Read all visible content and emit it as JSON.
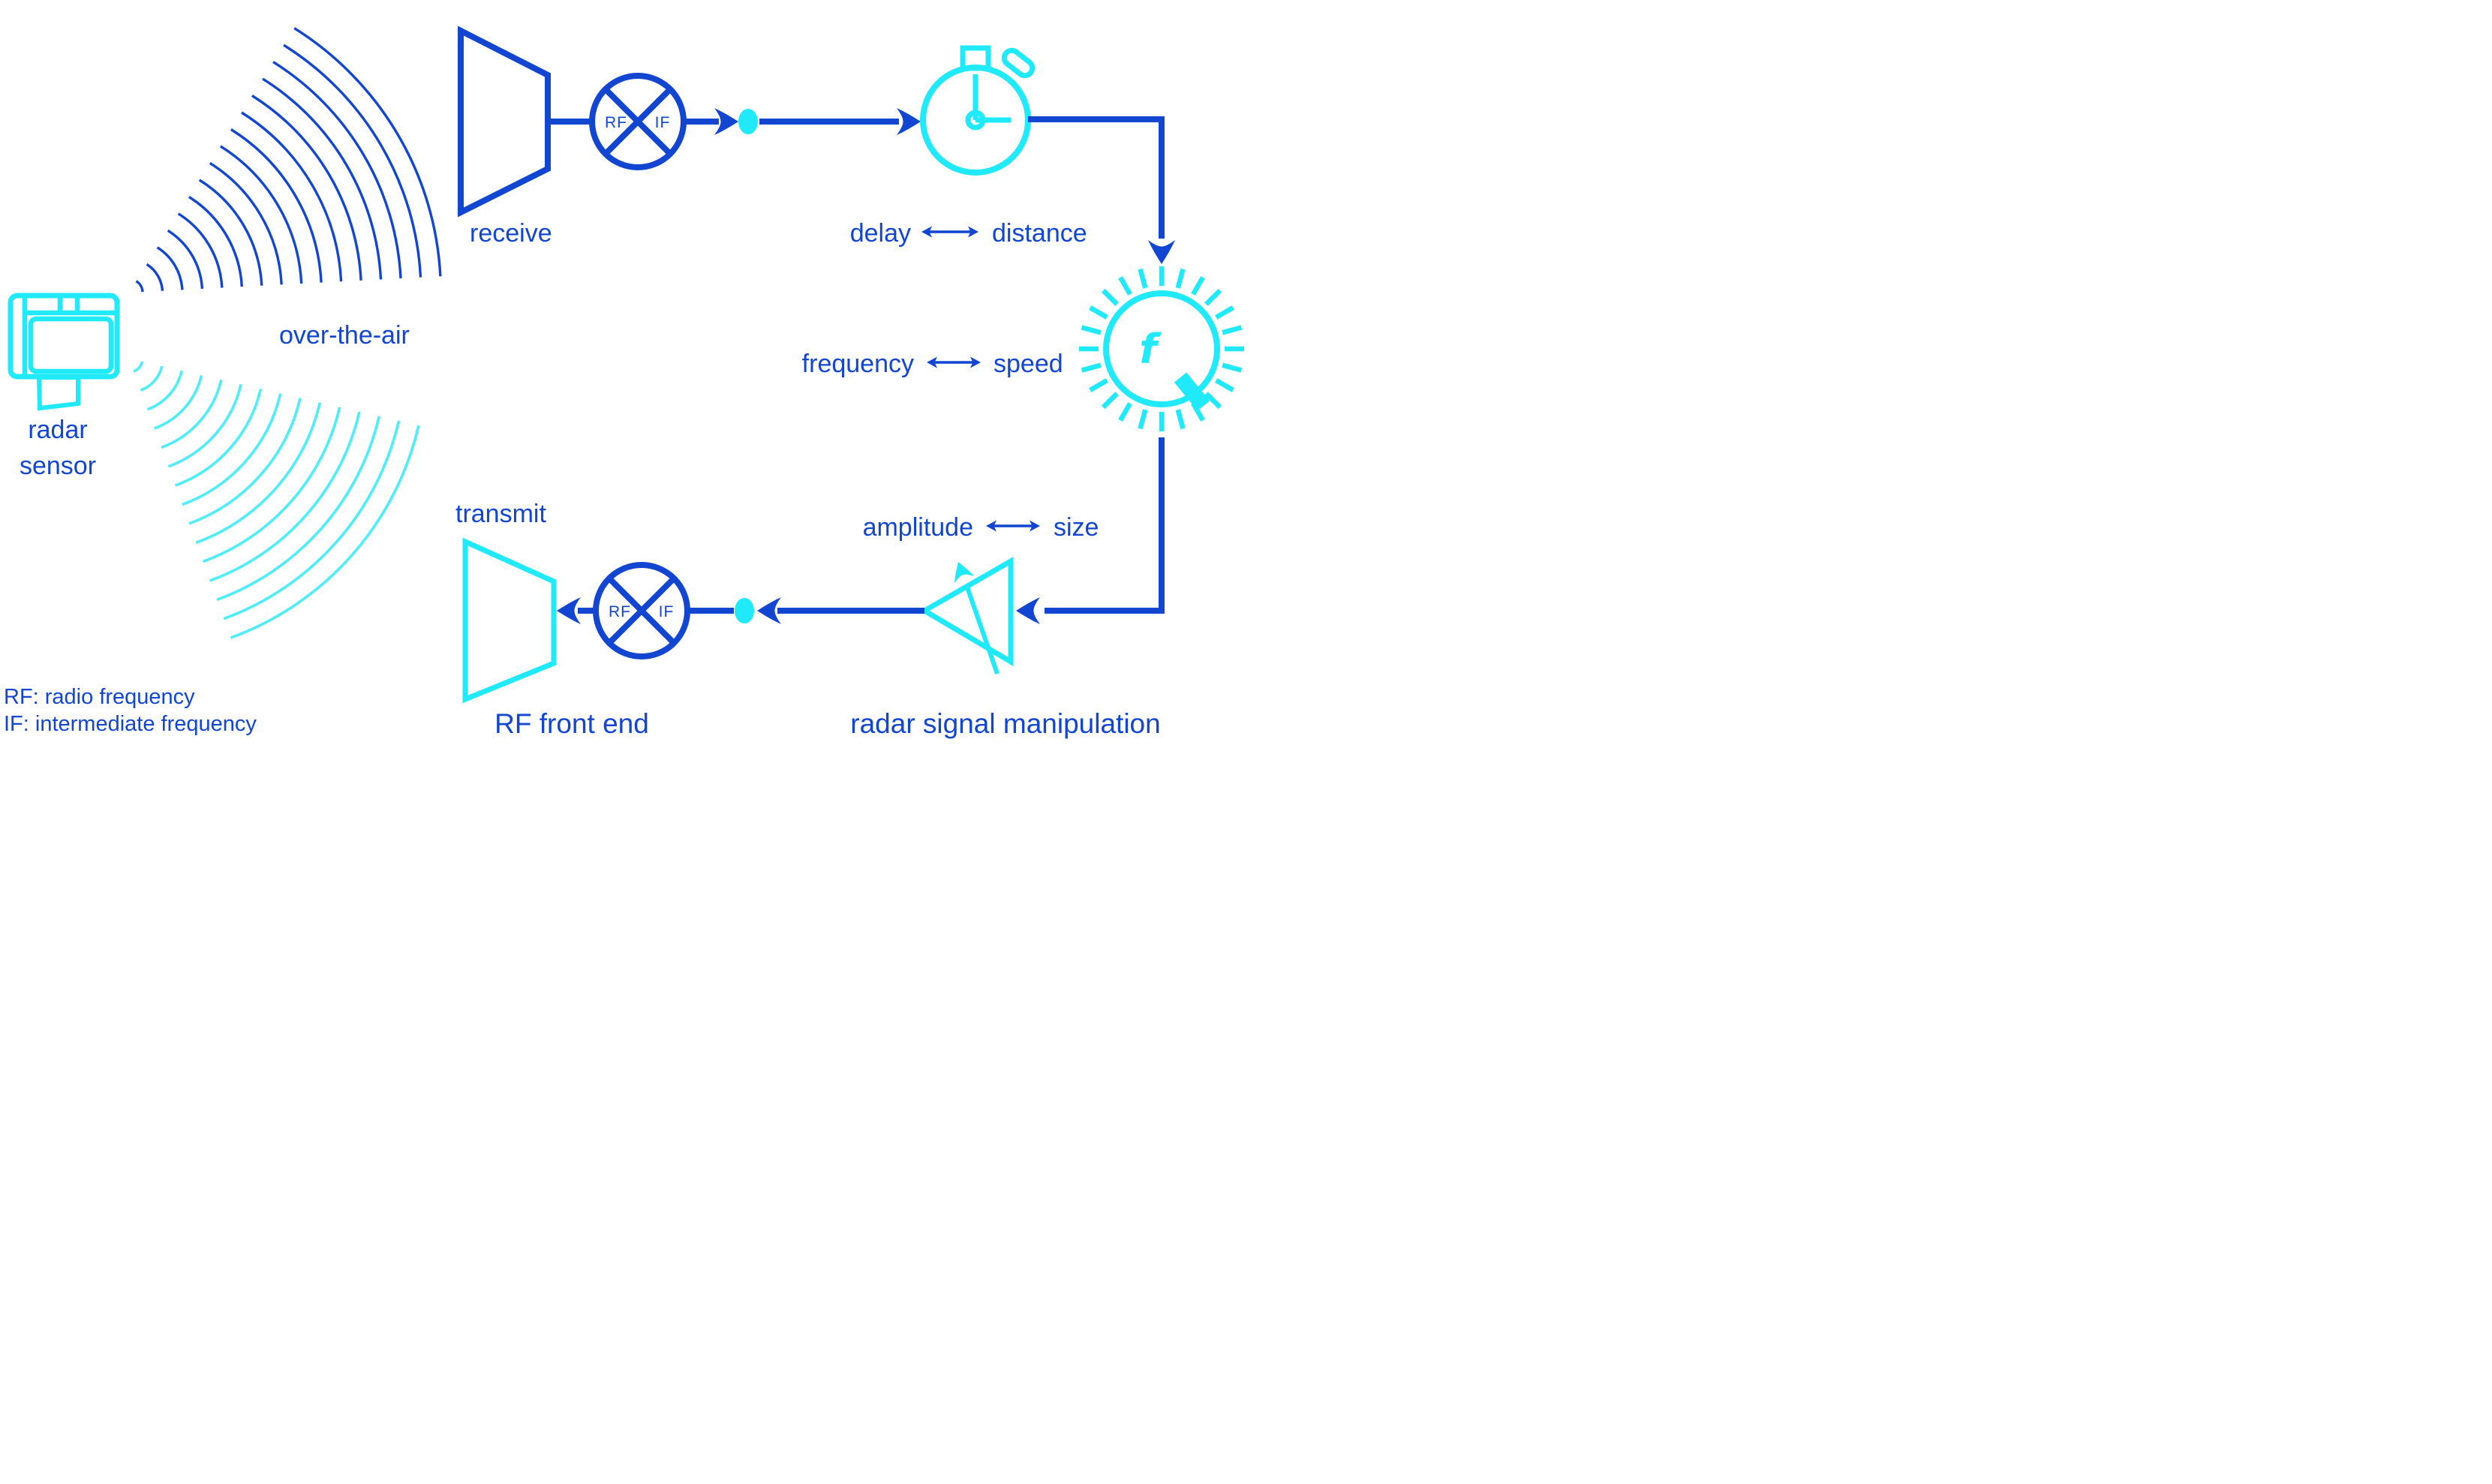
{
  "colors": {
    "blue": "#1245D0",
    "cyan": "#20EAF9",
    "cyan_soft": "#4FEDF7",
    "background": "#FFFFFF"
  },
  "labels": {
    "radar_sensor_line1": "radar",
    "radar_sensor_line2": "sensor",
    "over_the_air": "over-the-air",
    "receive": "receive",
    "transmit": "transmit",
    "delay": "delay",
    "distance": "distance",
    "frequency": "frequency",
    "speed": "speed",
    "amplitude": "amplitude",
    "size": "size",
    "dial_symbol": "f",
    "rf_front_end": "RF front end",
    "radar_signal_manipulation": "radar signal manipulation",
    "legend_line1": "RF: radio frequency",
    "legend_line2": "IF: intermediate frequency"
  },
  "mixer_receive": {
    "left": "RF",
    "right": "IF"
  },
  "mixer_transmit": {
    "left": "RF",
    "right": "IF"
  },
  "icons": {
    "radar_sensor": "radar-sensor-icon",
    "receive_antenna": "horn-antenna-icon",
    "transmit_antenna": "horn-antenna-icon",
    "mixer": "mixer-circle-x-icon",
    "stopwatch": "stopwatch-icon",
    "frequency_dial": "frequency-dial-icon",
    "variable_amplifier": "variable-amplifier-icon",
    "signal_dot": "node-dot",
    "wave_fan": "radio-wave-arcs"
  }
}
